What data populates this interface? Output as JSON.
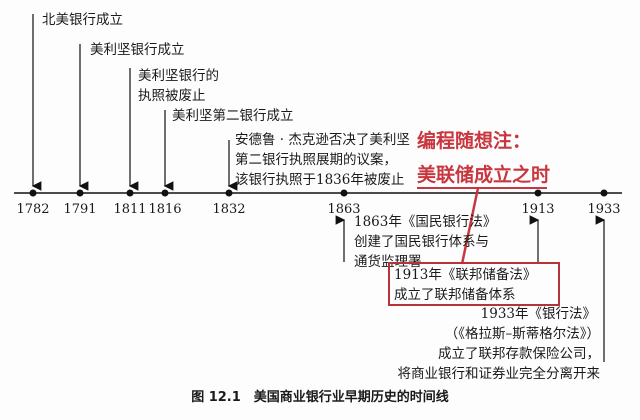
{
  "timeline": {
    "years": [
      "1782",
      "1791",
      "1811",
      "1816",
      "1832",
      "1863",
      "1913",
      "1933"
    ],
    "events": {
      "e1782": [
        "北美银行成立"
      ],
      "e1791": [
        "美利坚银行成立"
      ],
      "e1811": [
        "美利坚银行的",
        "执照被废止"
      ],
      "e1816": [
        "美利坚第二银行成立"
      ],
      "e1832": [
        "安德鲁 · 杰克逊否决了美利坚",
        "第二银行执照展期的议案，",
        "该银行执照于1836年被废止"
      ],
      "e1863": [
        "1863年《国民银行法》",
        "创建了国民银行体系与",
        "通货监理署"
      ],
      "e1913": [
        "1913年《联邦储备法》",
        "成立了联邦储备体系"
      ],
      "e1933": [
        "1933年《银行法》",
        "（《格拉斯–斯蒂格尔法》）",
        "成立了联邦存款保险公司，",
        "将商业银行和证券业完全分离开来"
      ]
    }
  },
  "annotation": {
    "line1": "编程随想注：",
    "line2": "美联储成立之时",
    "color": "#c8373f"
  },
  "caption": "图 12.1　美国商业银行业早期历史的时间线"
}
